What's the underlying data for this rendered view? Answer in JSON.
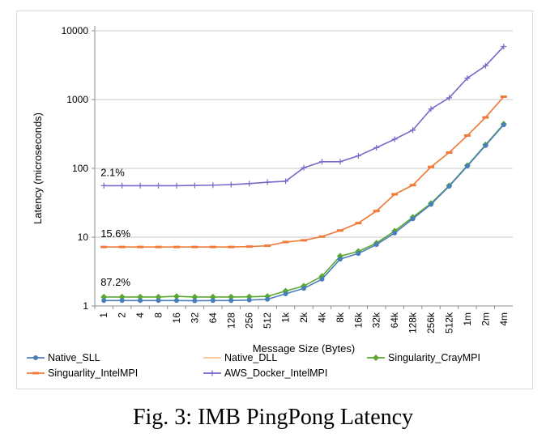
{
  "caption": "Fig. 3: IMB PingPong Latency",
  "chart_data": {
    "type": "line",
    "y_scale": "log",
    "ylim": [
      1,
      10000
    ],
    "yticks": [
      "1",
      "10",
      "100",
      "1000",
      "10000"
    ],
    "xlabel": "Message Size (Bytes)",
    "ylabel": "Latency (microseconds)",
    "categories": [
      "1",
      "2",
      "4",
      "8",
      "16",
      "32",
      "64",
      "128",
      "256",
      "512",
      "1k",
      "2k",
      "4k",
      "8k",
      "16k",
      "32k",
      "64k",
      "128k",
      "256k",
      "512k",
      "1m",
      "2m",
      "4m"
    ],
    "grid": "horizontal",
    "legend_position": "bottom",
    "annotations": [
      "2.1%",
      "15.6%",
      "87.2%"
    ],
    "series": [
      {
        "name": "Native_SLL",
        "color": "#4a7ebb",
        "marker": "circle",
        "values": [
          1.2,
          1.2,
          1.2,
          1.2,
          1.2,
          1.19,
          1.2,
          1.2,
          1.22,
          1.25,
          1.5,
          1.8,
          2.45,
          4.8,
          5.8,
          7.8,
          11.5,
          18.5,
          30,
          55,
          108,
          215,
          430
        ]
      },
      {
        "name": "Native_DLL",
        "color": "#f9c38c",
        "marker": "none",
        "values": [
          7.2,
          7.2,
          7.2,
          7.2,
          7.2,
          7.2,
          7.2,
          7.2,
          7.3,
          7.5,
          8.5,
          9,
          10.2,
          12.5,
          16,
          24,
          42,
          57,
          105,
          170,
          300,
          550,
          1100
        ]
      },
      {
        "name": "Singularity_CrayMPI",
        "color": "#5aa832",
        "marker": "diamond",
        "values": [
          1.35,
          1.35,
          1.35,
          1.35,
          1.38,
          1.35,
          1.35,
          1.35,
          1.36,
          1.38,
          1.65,
          1.95,
          2.7,
          5.3,
          6.2,
          8.2,
          12.3,
          19.5,
          31,
          56,
          110,
          220,
          440
        ]
      },
      {
        "name": "Singuarlity_IntelMPI",
        "color": "#f07a3a",
        "marker": "dash",
        "values": [
          7.2,
          7.2,
          7.2,
          7.2,
          7.2,
          7.2,
          7.2,
          7.2,
          7.3,
          7.5,
          8.5,
          9,
          10.2,
          12.5,
          16,
          24,
          42,
          57,
          105,
          170,
          300,
          550,
          1100
        ]
      },
      {
        "name": "AWS_Docker_IntelMPI",
        "color": "#7b68c8",
        "marker": "plus",
        "values": [
          56,
          56,
          56,
          56,
          56,
          56.5,
          57,
          58,
          60,
          63,
          65,
          102,
          125,
          125,
          152,
          200,
          265,
          360,
          730,
          1060,
          2050,
          3100,
          5900
        ]
      }
    ]
  }
}
